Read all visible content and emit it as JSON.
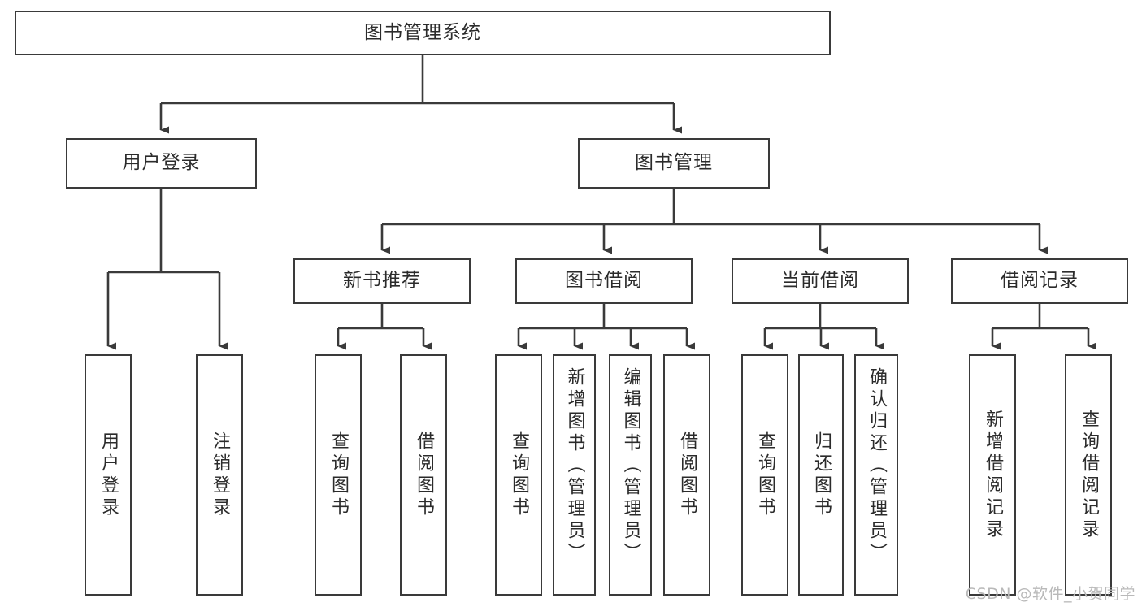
{
  "diagram": {
    "title": "图书管理系统",
    "type": "hierarchy-tree",
    "watermark": "CSDN @软件_小贺同学",
    "colors": {
      "box_border": "#3a3a3a",
      "box_fill": "#ffffff",
      "connector": "#3a3a3a",
      "text": "#2b2b2b",
      "watermark": "#b9b9b9"
    },
    "levels": {
      "root": {
        "label": "图书管理系统"
      },
      "level2": [
        {
          "label": "用户登录"
        },
        {
          "label": "图书管理"
        }
      ],
      "level3": [
        {
          "label": "新书推荐"
        },
        {
          "label": "图书借阅"
        },
        {
          "label": "当前借阅"
        },
        {
          "label": "借阅记录"
        }
      ],
      "leaves": {
        "user_login": [
          {
            "label": "用户登录"
          },
          {
            "label": "注销登录"
          }
        ],
        "new_book_recommend": [
          {
            "label": "查询图书"
          },
          {
            "label": "借阅图书"
          }
        ],
        "book_borrow": [
          {
            "label": "查询图书"
          },
          {
            "label": "新增图书（管理员）"
          },
          {
            "label": "编辑图书（管理员）"
          },
          {
            "label": "借阅图书"
          }
        ],
        "current_borrow": [
          {
            "label": "查询图书"
          },
          {
            "label": "归还图书"
          },
          {
            "label": "确认归还（管理员）"
          }
        ],
        "borrow_record": [
          {
            "label": "新增借阅记录"
          },
          {
            "label": "查询借阅记录"
          }
        ]
      }
    }
  }
}
